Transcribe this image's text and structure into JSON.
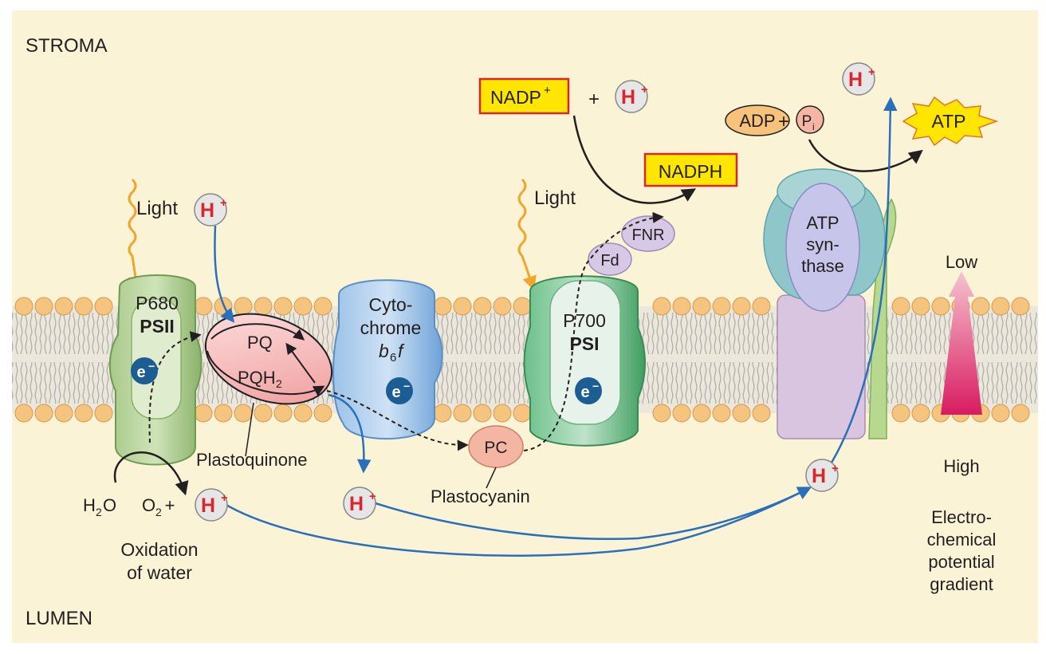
{
  "regions": {
    "stroma": "STROMA",
    "lumen": "LUMEN"
  },
  "light": "Light",
  "hplus": {
    "main": "H",
    "sup": "+"
  },
  "electron": {
    "main": "e",
    "sup": "−"
  },
  "psii": {
    "pigment": "P680",
    "name": "PSII"
  },
  "psi": {
    "pigment": "P700",
    "name": "PSI"
  },
  "cytochrome": {
    "line1": "Cyto-",
    "line2": "chrome",
    "line3_b": "b",
    "line3_sub": "6",
    "line3_f": "f"
  },
  "pq": {
    "pq": "PQ",
    "pqh2_main": "PQH",
    "pqh2_sub": "2",
    "label": "Plastoquinone"
  },
  "pc": {
    "abbr": "PC",
    "label": "Plastocyanin"
  },
  "fd": "Fd",
  "fnr": "FNR",
  "nadp": {
    "main": "NADP",
    "sup": "+"
  },
  "nadph": "NADPH",
  "plus": "+",
  "adp": "ADP",
  "pi": {
    "main": "P",
    "sub": "i"
  },
  "atp": "ATP",
  "atp_synthase": {
    "line1": "ATP",
    "line2": "syn-",
    "line3": "thase"
  },
  "water": {
    "h2o_main": "H",
    "h2o_sub": "2",
    "h2o_end": "O",
    "o2_main": "O",
    "o2_sub": "2"
  },
  "oxidation": {
    "line1": "Oxidation",
    "line2": "of water"
  },
  "gradient": {
    "low": "Low",
    "high": "High",
    "line1": "Electro-",
    "line2": "chemical",
    "line3": "potential",
    "line4": "gradient"
  },
  "colors": {
    "background": "#fbf3d6",
    "lipid_head": "#f5c47e",
    "psii": "#8ab26a",
    "psi": "#4fae6f",
    "cytochrome": "#7fb1df",
    "pq": "#f0a8a8",
    "electron": "#1c5d93",
    "h_plus_text": "#d7262e",
    "blue_arrow": "#2a6fba",
    "light_wave": "#f0a52b",
    "yellow_box": "#ffe600",
    "atp_star": "#ffe600",
    "gradient_arrow": "#e0447a"
  }
}
